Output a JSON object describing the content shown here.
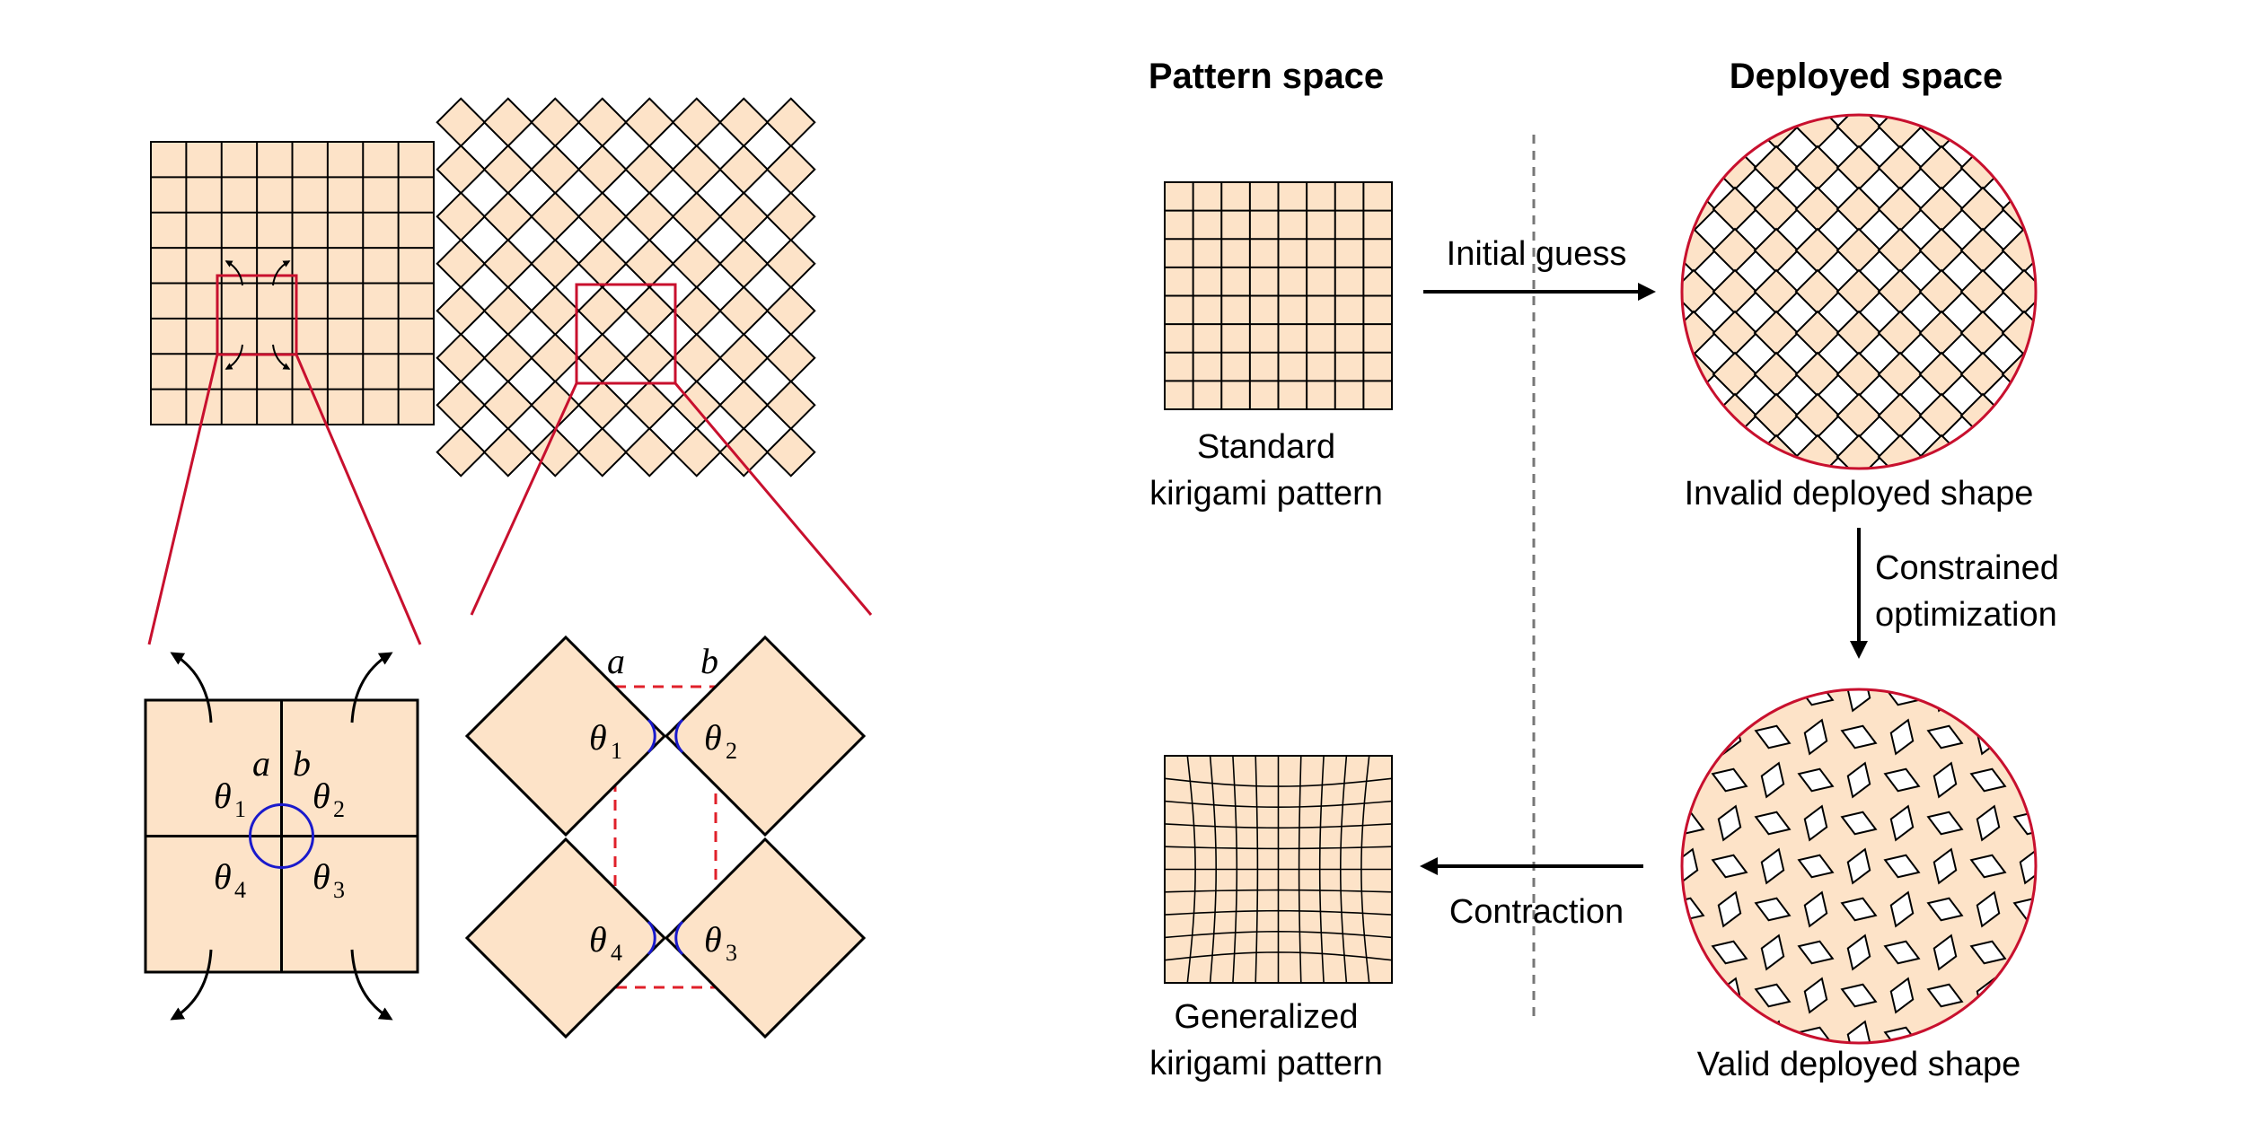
{
  "headers": {
    "pattern_space": "Pattern space",
    "deployed_space": "Deployed space"
  },
  "captions": {
    "standard_line1": "Standard",
    "standard_line2": "kirigami pattern",
    "generalized_line1": "Generalized",
    "generalized_line2": "kirigami pattern",
    "invalid": "Invalid deployed shape",
    "valid": "Valid deployed shape"
  },
  "arrows": {
    "initial_guess": "Initial guess",
    "constrained_line1": "Constrained",
    "constrained_line2": "optimization",
    "contraction": "Contraction"
  },
  "labels": {
    "a": "a",
    "b": "b",
    "theta": "θ",
    "theta1_sub": "1",
    "theta2_sub": "2",
    "theta3_sub": "3",
    "theta4_sub": "4"
  },
  "colors": {
    "panel_fill": "#fde3c8",
    "highlight_red": "#c8102e",
    "angle_blue": "#1a1acc",
    "divider_gray": "#777777"
  }
}
